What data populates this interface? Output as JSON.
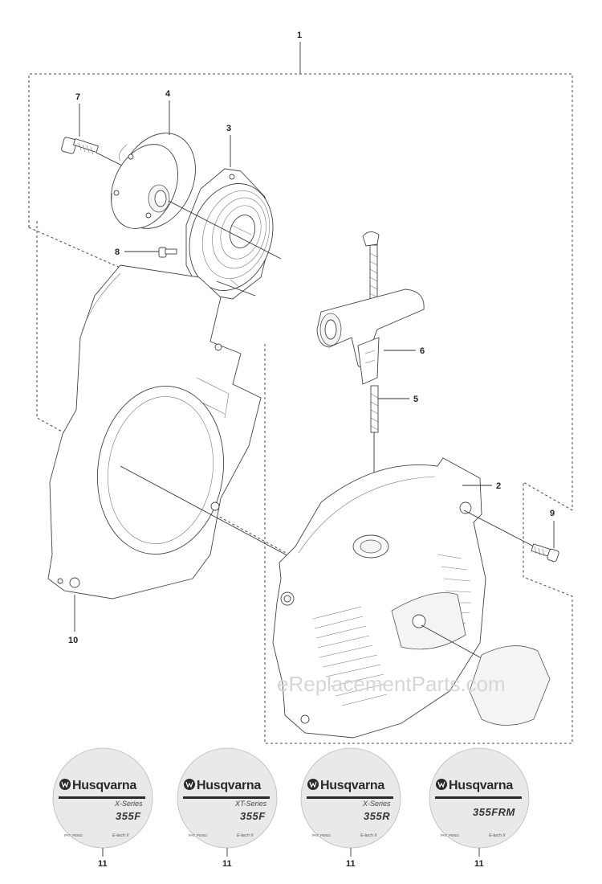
{
  "callouts": {
    "c1": "1",
    "c2": "2",
    "c3": "3",
    "c4": "4",
    "c5": "5",
    "c6": "6",
    "c7": "7",
    "c8": "8",
    "c9": "9",
    "c10": "10",
    "c11a": "11",
    "c11b": "11",
    "c11c": "11",
    "c11d": "11"
  },
  "decals": [
    {
      "brand": "Husqvarna",
      "series": "X-Series",
      "model": "355F",
      "pat": "PAT. PEND.",
      "etech": "E-tech II"
    },
    {
      "brand": "Husqvarna",
      "series": "XT-Series",
      "model": "355F",
      "pat": "PAT. PEND.",
      "etech": "E-tech II"
    },
    {
      "brand": "Husqvarna",
      "series": "X-Series",
      "model": "355R",
      "pat": "PAT. PEND.",
      "etech": "E-tech II"
    },
    {
      "brand": "Husqvarna",
      "series": "",
      "model": "355FRM",
      "pat": "PAT. PEND.",
      "etech": "E-tech II"
    }
  ],
  "watermark": "eReplacementParts.com",
  "colors": {
    "line": "#444444",
    "decal_fill": "#e9e9e9",
    "watermark": "#d6d6d6"
  }
}
